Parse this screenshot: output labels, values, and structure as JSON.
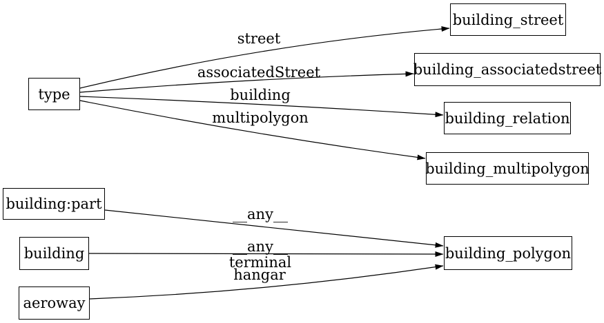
{
  "diagram": {
    "type": "directed-graph",
    "background_color": "#ffffff",
    "edge_color": "#000000",
    "node_border_color": "#000000",
    "text_color": "#000000",
    "nodes": [
      {
        "id": "type",
        "label": "type"
      },
      {
        "id": "building:part",
        "label": "building:part"
      },
      {
        "id": "building",
        "label": "building"
      },
      {
        "id": "aeroway",
        "label": "aeroway"
      },
      {
        "id": "building_street",
        "label": "building_street"
      },
      {
        "id": "building_associatedstreet",
        "label": "building_associatedstreet"
      },
      {
        "id": "building_relation",
        "label": "building_relation"
      },
      {
        "id": "building_multipolygon",
        "label": "building_multipolygon"
      },
      {
        "id": "building_polygon",
        "label": "building_polygon"
      }
    ],
    "edges": [
      {
        "from": "type",
        "to": "building_street",
        "labels": [
          "street"
        ]
      },
      {
        "from": "type",
        "to": "building_associatedstreet",
        "labels": [
          "associatedStreet"
        ]
      },
      {
        "from": "type",
        "to": "building_relation",
        "labels": [
          "building"
        ]
      },
      {
        "from": "type",
        "to": "building_multipolygon",
        "labels": [
          "multipolygon"
        ]
      },
      {
        "from": "building:part",
        "to": "building_polygon",
        "labels": [
          "__any__"
        ]
      },
      {
        "from": "building",
        "to": "building_polygon",
        "labels": [
          "__any__"
        ]
      },
      {
        "from": "aeroway",
        "to": "building_polygon",
        "labels": [
          "terminal",
          "hangar"
        ]
      }
    ]
  }
}
